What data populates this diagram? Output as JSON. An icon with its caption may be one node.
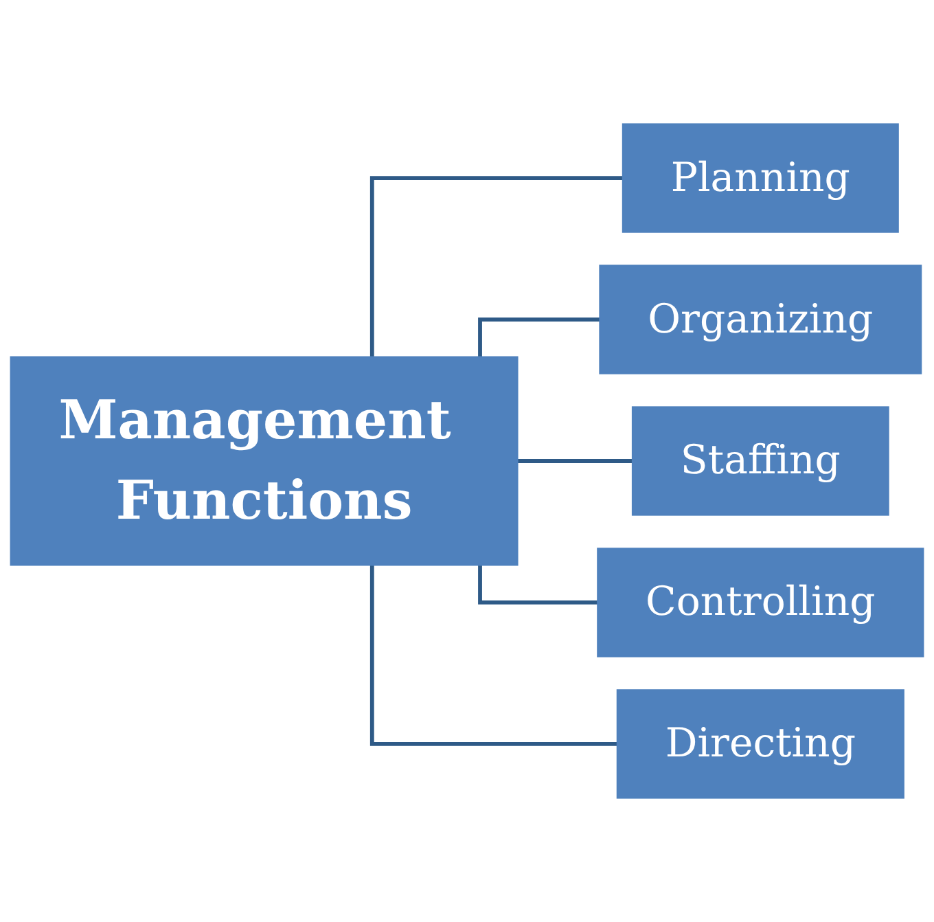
{
  "diagram": {
    "nodes": [
      {
        "text": [
          "Management Functions"
        ]
      },
      {
        "text": [
          "Planning"
        ]
      },
      {
        "text": [
          "Organizing"
        ]
      },
      {
        "text": [
          "Staffing"
        ]
      },
      {
        "text": [
          "Controlling"
        ]
      },
      {
        "text": [
          "Directing"
        ]
      }
    ],
    "edges": [
      {
        "from": 0,
        "to": 1,
        "arrow": "none"
      },
      {
        "from": 0,
        "to": 2,
        "arrow": "none"
      },
      {
        "from": 0,
        "to": 3,
        "arrow": "none"
      },
      {
        "from": 0,
        "to": 4,
        "arrow": "none"
      },
      {
        "from": 0,
        "to": 5,
        "arrow": "none"
      }
    ]
  }
}
